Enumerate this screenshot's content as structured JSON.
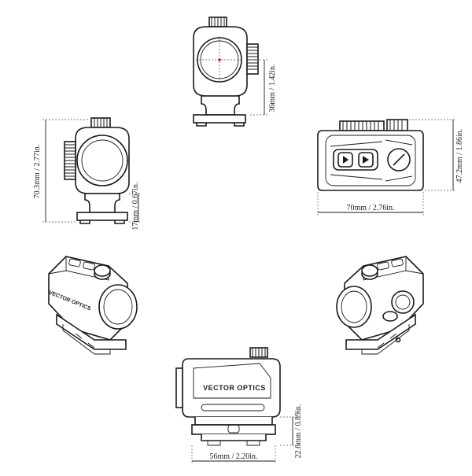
{
  "dimensions": {
    "front_height": "36mm / 1.42in.",
    "side_total_height": "70.3mm / 2.77in.",
    "side_mount_height": "17mm / 0.67in.",
    "top_width": "47.2mm / 1.86in.",
    "top_length": "70mm / 2.76in.",
    "rear_mount_height": "22.6mm / 0.89in.",
    "rear_width": "56mm / 2.20in."
  },
  "brand": {
    "logo_text": "VECTOR OPTICS"
  },
  "colors": {
    "line": "#1a1a1a",
    "reticle_dot": "#cc2200"
  }
}
